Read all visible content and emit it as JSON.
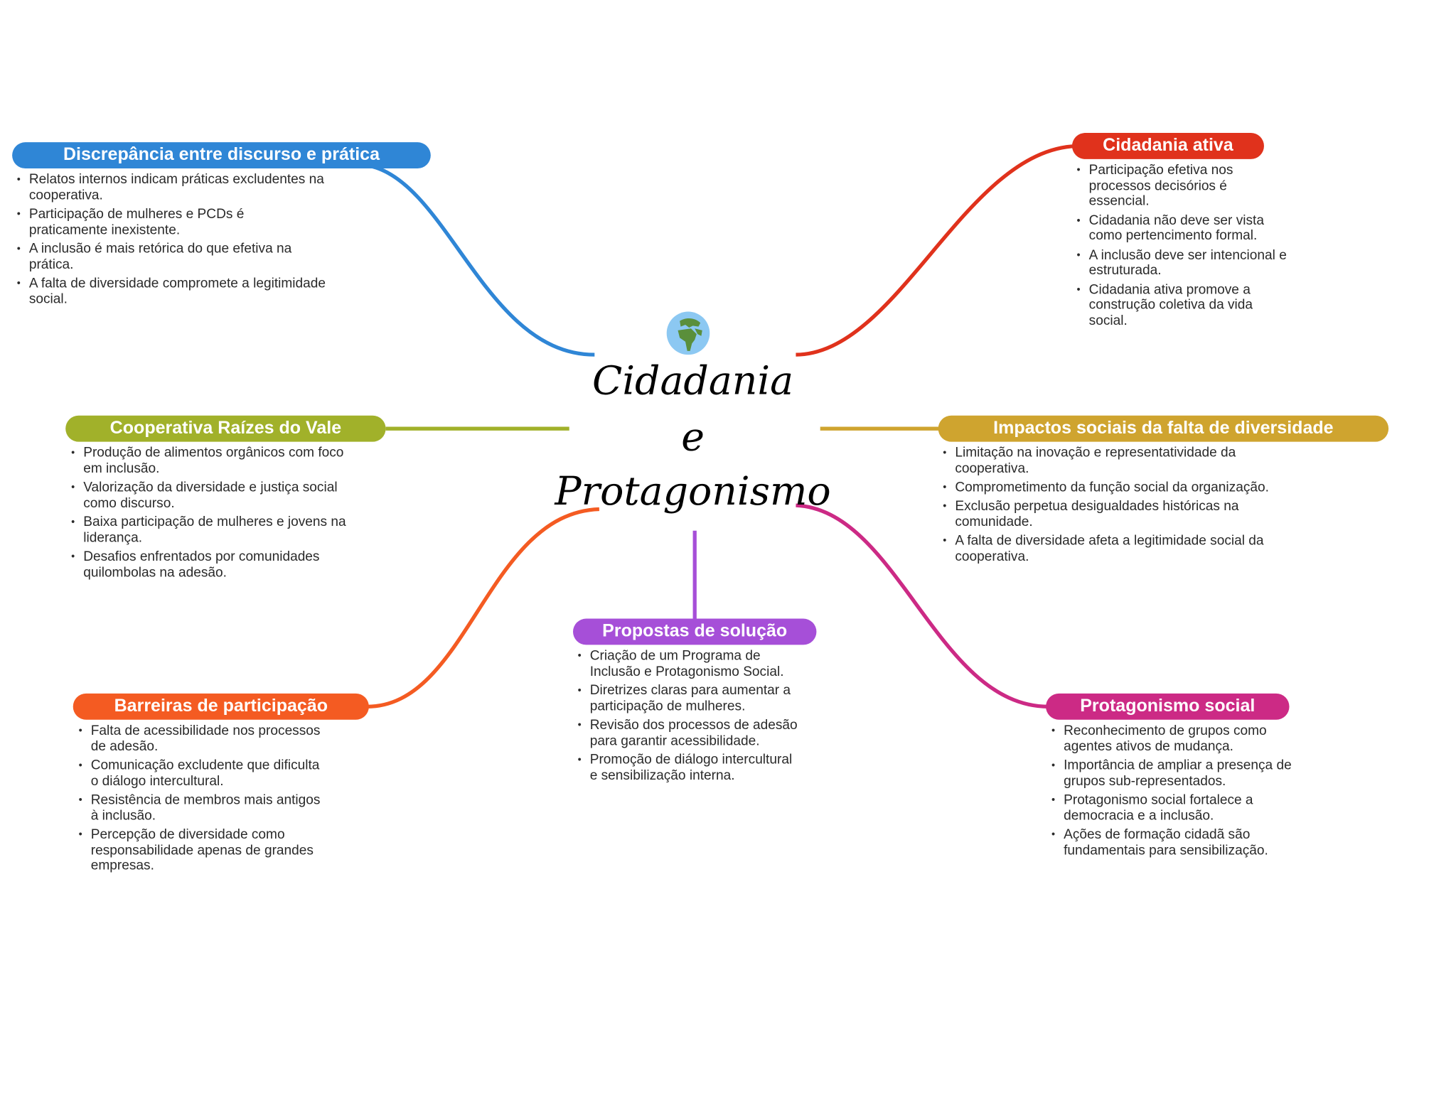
{
  "central": {
    "icon": "globe-icon",
    "line1": "Cidadania",
    "line2": "e",
    "line3": "Protagonismo"
  },
  "branches": [
    {
      "id": "discrepancia",
      "color": "#2f86d6",
      "title": "Discrepância entre discurso e prática",
      "items": [
        "Relatos internos indicam práticas excludentes na cooperativa.",
        "Participação de mulheres e PCDs é praticamente inexistente.",
        "A inclusão é mais retórica do que efetiva na prática.",
        "A falta de diversidade compromete a legitimidade social."
      ]
    },
    {
      "id": "cidadania-ativa",
      "color": "#e0321c",
      "title": "Cidadania ativa",
      "items": [
        "Participação efetiva nos processos decisórios é essencial.",
        "Cidadania não deve ser vista como pertencimento formal.",
        "A inclusão deve ser intencional e estruturada.",
        "Cidadania ativa promove a construção coletiva da vida social."
      ]
    },
    {
      "id": "cooperativa",
      "color": "#a1b12a",
      "title": "Cooperativa Raízes do Vale",
      "items": [
        "Produção de alimentos orgânicos com foco em inclusão.",
        "Valorização da diversidade e justiça social como discurso.",
        "Baixa participação de mulheres e jovens na liderança.",
        "Desafios enfrentados por comunidades quilombolas na adesão."
      ]
    },
    {
      "id": "impactos",
      "color": "#cfa42f",
      "title": "Impactos sociais da falta de diversidade",
      "items": [
        "Limitação na inovação e representatividade da cooperativa.",
        "Comprometimento da função social da organização.",
        "Exclusão perpetua desigualdades históricas na comunidade.",
        "A falta de diversidade afeta a legitimidade social da cooperativa."
      ]
    },
    {
      "id": "propostas",
      "color": "#a64fd8",
      "title": "Propostas de solução",
      "items": [
        "Criação de um Programa de Inclusão e Protagonismo Social.",
        "Diretrizes claras para aumentar a participação de mulheres.",
        "Revisão dos processos de adesão para garantir acessibilidade.",
        "Promoção de diálogo intercultural e sensibilização interna."
      ]
    },
    {
      "id": "barreiras",
      "color": "#f45b22",
      "title": "Barreiras de participação",
      "items": [
        "Falta de acessibilidade nos processos de adesão.",
        "Comunicação excludente que dificulta o diálogo intercultural.",
        "Resistência de membros mais antigos à inclusão.",
        "Percepção de diversidade como responsabilidade apenas de grandes empresas."
      ]
    },
    {
      "id": "protagonismo-social",
      "color": "#cc2a85",
      "title": "Protagonismo social",
      "items": [
        "Reconhecimento de grupos como agentes ativos de mudança.",
        "Importância de ampliar a presença de grupos sub-representados.",
        "Protagonismo social fortalece a democracia e a inclusão.",
        "Ações de formação cidadã são fundamentais para sensibilização."
      ]
    }
  ]
}
